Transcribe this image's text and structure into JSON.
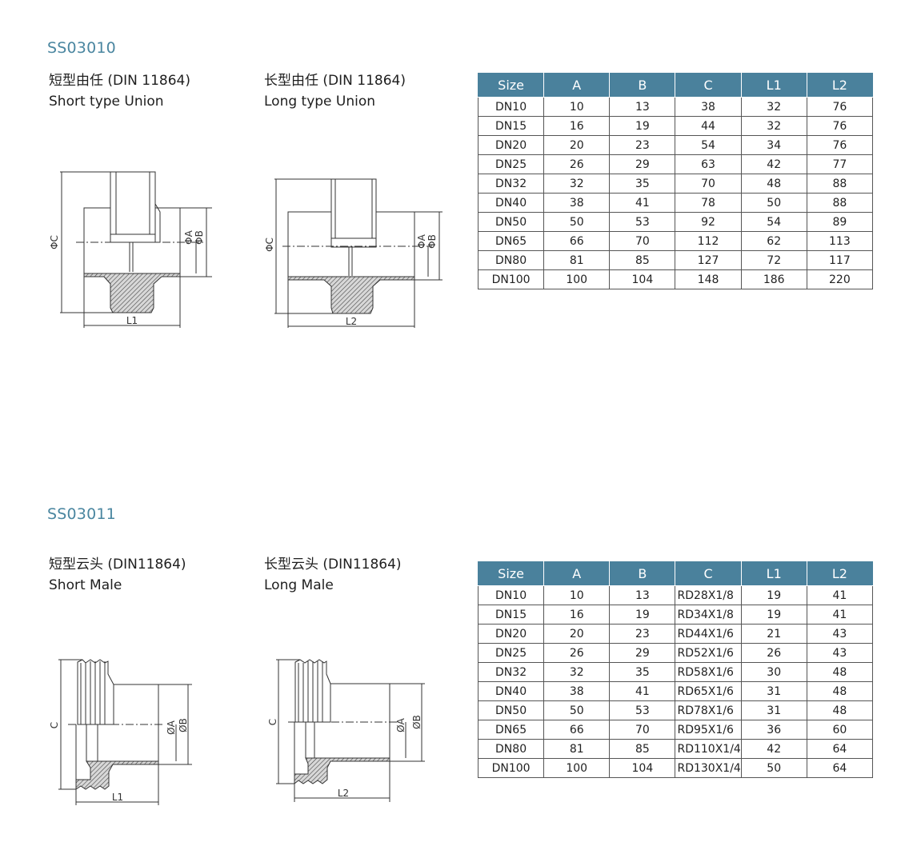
{
  "section1": {
    "code": "SS03010",
    "short": {
      "zh": "短型由任 (DIN 11864)",
      "en": "Short type Union",
      "dims": {
        "c": "ΦC",
        "a": "ΦA",
        "b": "ΦB",
        "l": "L1"
      }
    },
    "long": {
      "zh": "长型由任 (DIN 11864)",
      "en": "Long type Union",
      "dims": {
        "c": "ΦC",
        "a": "ΦA",
        "b": "ΦB",
        "l": "L2"
      }
    },
    "table": {
      "headers": [
        "Size",
        "A",
        "B",
        "C",
        "L1",
        "L2"
      ],
      "rows": [
        [
          "DN10",
          "10",
          "13",
          "38",
          "32",
          "76"
        ],
        [
          "DN15",
          "16",
          "19",
          "44",
          "32",
          "76"
        ],
        [
          "DN20",
          "20",
          "23",
          "54",
          "34",
          "76"
        ],
        [
          "DN25",
          "26",
          "29",
          "63",
          "42",
          "77"
        ],
        [
          "DN32",
          "32",
          "35",
          "70",
          "48",
          "88"
        ],
        [
          "DN40",
          "38",
          "41",
          "78",
          "50",
          "88"
        ],
        [
          "DN50",
          "50",
          "53",
          "92",
          "54",
          "89"
        ],
        [
          "DN65",
          "66",
          "70",
          "112",
          "62",
          "113"
        ],
        [
          "DN80",
          "81",
          "85",
          "127",
          "72",
          "117"
        ],
        [
          "DN100",
          "100",
          "104",
          "148",
          "186",
          "220"
        ]
      ]
    }
  },
  "section2": {
    "code": "SS03011",
    "short": {
      "zh": "短型云头 (DIN11864)",
      "en": "Short Male",
      "dims": {
        "c": "C",
        "a": "ØA",
        "b": "ØB",
        "l": "L1"
      }
    },
    "long": {
      "zh": "长型云头 (DIN11864)",
      "en": "Long Male",
      "dims": {
        "c": "C",
        "a": "ØA",
        "b": "ØB",
        "l": "L2"
      }
    },
    "table": {
      "headers": [
        "Size",
        "A",
        "B",
        "C",
        "L1",
        "L2"
      ],
      "rows": [
        [
          "DN10",
          "10",
          "13",
          "RD28X1/8",
          "19",
          "41"
        ],
        [
          "DN15",
          "16",
          "19",
          "RD34X1/8",
          "19",
          "41"
        ],
        [
          "DN20",
          "20",
          "23",
          "RD44X1/6",
          "21",
          "43"
        ],
        [
          "DN25",
          "26",
          "29",
          "RD52X1/6",
          "26",
          "43"
        ],
        [
          "DN32",
          "32",
          "35",
          "RD58X1/6",
          "30",
          "48"
        ],
        [
          "DN40",
          "38",
          "41",
          "RD65X1/6",
          "31",
          "48"
        ],
        [
          "DN50",
          "50",
          "53",
          "RD78X1/6",
          "31",
          "48"
        ],
        [
          "DN65",
          "66",
          "70",
          "RD95X1/6",
          "36",
          "60"
        ],
        [
          "DN80",
          "81",
          "85",
          "RD110X1/4",
          "42",
          "64"
        ],
        [
          "DN100",
          "100",
          "104",
          "RD130X1/4",
          "50",
          "64"
        ]
      ]
    }
  },
  "colors": {
    "accent": "#4a86a0",
    "table_header_bg": "#4a819c",
    "table_header_text": "#ffffff",
    "border": "#555555"
  }
}
